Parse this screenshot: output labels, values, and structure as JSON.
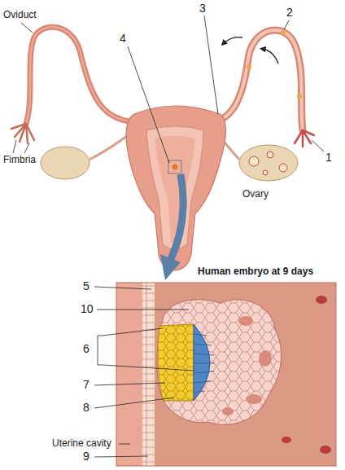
{
  "diagram": {
    "labels": [
      "Oviduct",
      "Fimbria",
      "3",
      "2",
      "4",
      "Ovary",
      "1",
      "Human embryo at 9 days",
      "5",
      "10",
      "6",
      "7",
      "8",
      "Uterine cavity",
      "9"
    ]
  }
}
